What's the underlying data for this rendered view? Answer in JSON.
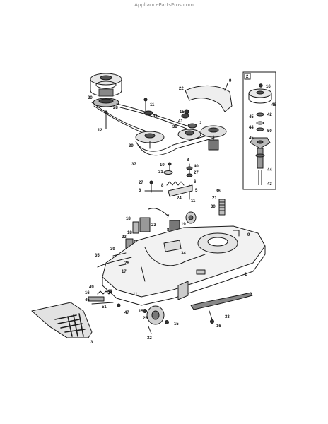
{
  "watermark": "AppliancePartsPros.com",
  "inset": {
    "tag": "2"
  },
  "callouts": [
    {
      "id": "c20",
      "text": "20"
    },
    {
      "id": "c28",
      "text": "28"
    },
    {
      "id": "c11a",
      "text": "11"
    },
    {
      "id": "c41a",
      "text": "41"
    },
    {
      "id": "c12",
      "text": "12"
    },
    {
      "id": "c22",
      "text": "22"
    },
    {
      "id": "c9a",
      "text": "9"
    },
    {
      "id": "c15a",
      "text": "15"
    },
    {
      "id": "c2",
      "text": "2"
    },
    {
      "id": "c38",
      "text": "38"
    },
    {
      "id": "c41b",
      "text": "41"
    },
    {
      "id": "c39",
      "text": "39"
    },
    {
      "id": "c37",
      "text": "37"
    },
    {
      "id": "c10",
      "text": "10"
    },
    {
      "id": "c31",
      "text": "31"
    },
    {
      "id": "c8a",
      "text": "8"
    },
    {
      "id": "c40",
      "text": "40"
    },
    {
      "id": "c27a",
      "text": "27"
    },
    {
      "id": "c6a",
      "text": "6"
    },
    {
      "id": "c6b",
      "text": "6"
    },
    {
      "id": "c5",
      "text": "5"
    },
    {
      "id": "c27b",
      "text": "27"
    },
    {
      "id": "c8b",
      "text": "8"
    },
    {
      "id": "c36",
      "text": "36"
    },
    {
      "id": "c21",
      "text": "21"
    },
    {
      "id": "c11b",
      "text": "11"
    },
    {
      "id": "c24",
      "text": "24"
    },
    {
      "id": "c30",
      "text": "30"
    },
    {
      "id": "c18a",
      "text": "18"
    },
    {
      "id": "c23a",
      "text": "23"
    },
    {
      "id": "c19",
      "text": "19"
    },
    {
      "id": "c7",
      "text": "7"
    },
    {
      "id": "c18b",
      "text": "18"
    },
    {
      "id": "c8c",
      "text": "8"
    },
    {
      "id": "c23b",
      "text": "23"
    },
    {
      "id": "c35",
      "text": "35"
    },
    {
      "id": "c39b",
      "text": "39"
    },
    {
      "id": "c26",
      "text": "26"
    },
    {
      "id": "c34",
      "text": "34"
    },
    {
      "id": "c17",
      "text": "17"
    },
    {
      "id": "c1",
      "text": "1"
    },
    {
      "id": "c49",
      "text": "49"
    },
    {
      "id": "c16a",
      "text": "16"
    },
    {
      "id": "c48",
      "text": "48"
    },
    {
      "id": "c45a",
      "text": "45"
    },
    {
      "id": "c11c",
      "text": "11"
    },
    {
      "id": "c51",
      "text": "51"
    },
    {
      "id": "c47",
      "text": "47"
    },
    {
      "id": "c15b",
      "text": "15"
    },
    {
      "id": "c25",
      "text": "25"
    },
    {
      "id": "c15c",
      "text": "15"
    },
    {
      "id": "c32",
      "text": "32"
    },
    {
      "id": "c33",
      "text": "33"
    },
    {
      "id": "c16b",
      "text": "16"
    },
    {
      "id": "c3",
      "text": "3"
    },
    {
      "id": "c9b",
      "text": "9"
    },
    {
      "id": "i16",
      "text": "16"
    },
    {
      "id": "i46",
      "text": "46"
    },
    {
      "id": "i42",
      "text": "42"
    },
    {
      "id": "i45a",
      "text": "45"
    },
    {
      "id": "i44a",
      "text": "44"
    },
    {
      "id": "i50",
      "text": "50"
    },
    {
      "id": "i45b",
      "text": "45"
    },
    {
      "id": "i44b",
      "text": "44"
    },
    {
      "id": "i43",
      "text": "43"
    }
  ],
  "colors": {
    "ink": "#1a1a1a",
    "shade": "#9a9a9a",
    "light": "#d6d6d6"
  }
}
